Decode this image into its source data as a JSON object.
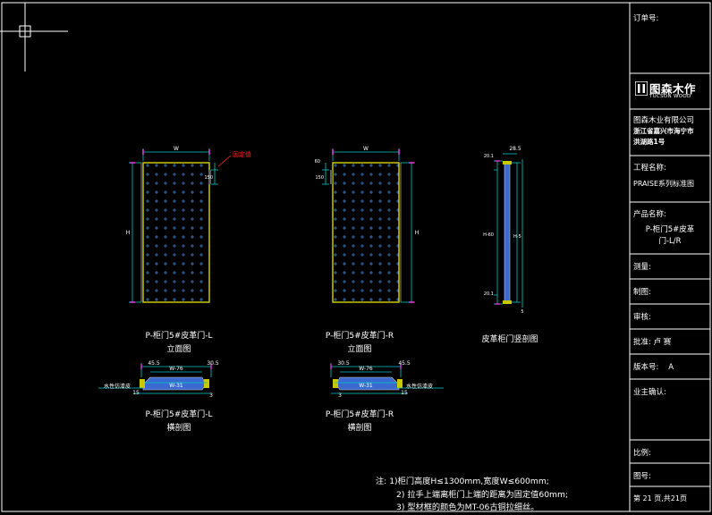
{
  "title_block": {
    "order_no_label": "订单号:",
    "logo_text": "图森木作",
    "logo_sub": "TUCSON WOOD",
    "company": "图森木业有限公司",
    "address_1": "浙江省嘉兴市海宁市",
    "address_2": "洪湖路1号",
    "project_label": "工程名称:",
    "project_value": "PRAISE系列标准图",
    "product_label": "产品名称:",
    "product_value_1": "P-柜门5#皮革",
    "product_value_2": "门-L/R",
    "measure_label": "测量:",
    "drawing_label": "制图:",
    "review_label": "审核:",
    "approve_label": "批准: 卢  赛",
    "version_label": "版本号:",
    "version_value": "A",
    "owner_label": "业主确认:",
    "scale_label": "比例:",
    "drawing_no_label": "图号:",
    "page_label": "第  21 页,共21页"
  },
  "views": {
    "left_elev_title": "P-柜门5#皮革门-L",
    "left_elev_sub": "立面图",
    "right_elev_title": "P-柜门5#皮革门-R",
    "right_elev_sub": "立面图",
    "section_title": "皮革柜门竖剖图",
    "left_cross_title": "P-柜门5#皮革门-L",
    "left_cross_sub": "横剖图",
    "right_cross_title": "P-柜门5#皮革门-R",
    "right_cross_sub": "横剖图"
  },
  "dimensions": {
    "width_w": "W",
    "height_h": "H",
    "handle_label": "固定值",
    "left_60": "60",
    "left_150": "150",
    "sec_top": "28.5",
    "sec_h60": "H-60",
    "sec_h5": "H-5",
    "sec_side_top": "20.1",
    "sec_side_bot": "20.1",
    "sec_bot": "5",
    "cross_45": "45.5",
    "cross_30": "30.5",
    "cross_w76": "W-76",
    "cross_w31": "W-31",
    "cross_15": "15",
    "cross_3": "3",
    "water_label": "水性仿漆皮"
  },
  "notes": {
    "n1": "注: 1)柜门高度H≤1300mm,宽度W≤600mm;",
    "n2": "2) 拉手上端离柜门上端的距离为固定值60mm;",
    "n3": "3) 型材框的颜色为MT-06古铜拉细丝。"
  },
  "colors": {
    "frame": "#ffffff",
    "door": "#c8c800",
    "dim": "#00c8c8",
    "cross": "#00c8c8",
    "handle_note": "#ff2020",
    "accent_pink": "#ff40ff"
  }
}
